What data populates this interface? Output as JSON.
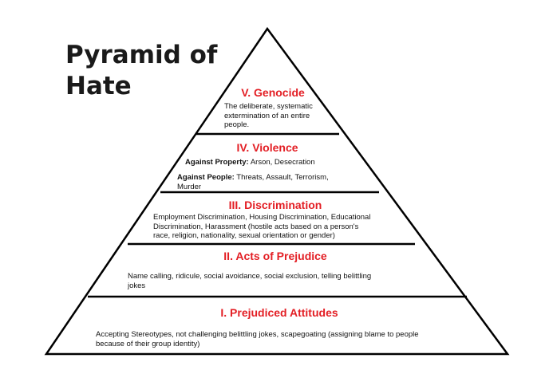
{
  "title": {
    "line1": "Pyramid of",
    "line2": "Hate"
  },
  "colors": {
    "heading": "#e31e24",
    "text": "#111111",
    "outline": "#000000"
  },
  "levels": [
    {
      "title": "V. Genocide",
      "description": [
        "The deliberate, systematic",
        "extermination of an entire",
        "people."
      ]
    },
    {
      "title": "IV. Violence",
      "property_label": "Against Property:",
      "property_text": " Arson, Desecration",
      "people_label": "Against People:",
      "people_text_1": " Threats, Assault, Terrorism,",
      "people_text_2": "Murder"
    },
    {
      "title": "III. Discrimination",
      "description": [
        "Employment Discrimination, Housing Discrimination, Educational",
        "Discrimination, Harassment (hostile acts based on a person's",
        "race, religion, nationality, sexual orientation or gender)"
      ]
    },
    {
      "title": "II. Acts of Prejudice",
      "description": [
        "Name calling, ridicule, social avoidance, social exclusion, telling belittling",
        "jokes"
      ]
    },
    {
      "title": "I. Prejudiced Attitudes",
      "description": [
        "Accepting Stereotypes, not challenging belittling jokes, scapegoating (assigning blame to people",
        "because of their group identity)"
      ]
    }
  ]
}
